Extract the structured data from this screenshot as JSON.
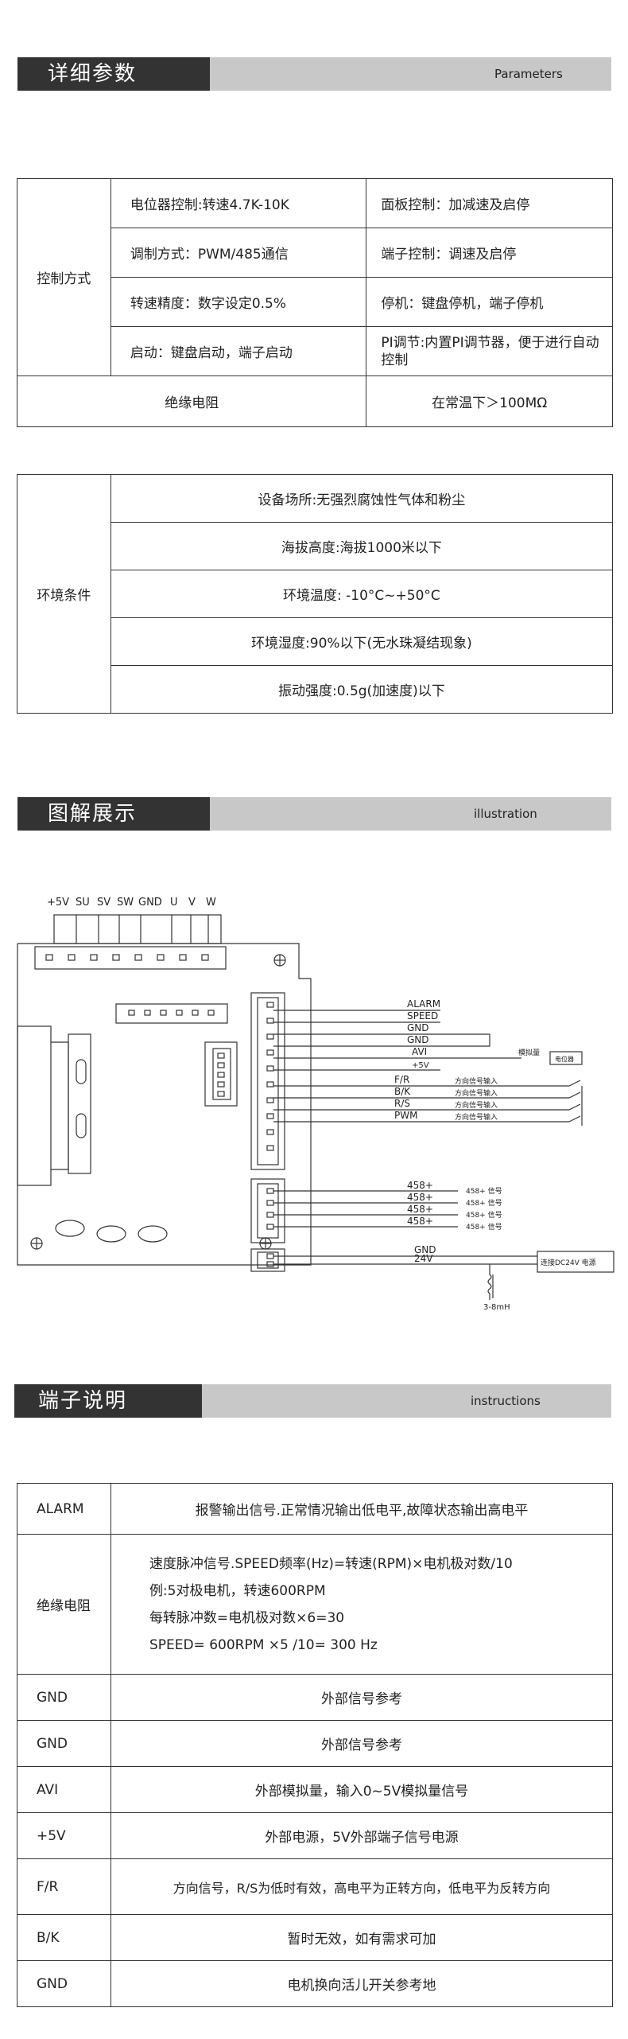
{
  "sections": {
    "params": {
      "title": "详细参数",
      "en": "Parameters"
    },
    "illustration": {
      "title": "图解展示",
      "en": "illustration"
    },
    "instructions": {
      "title": "端子说明",
      "en": "instructions"
    }
  },
  "control_table": {
    "group_label": "控制方式",
    "rows": [
      [
        "电位器控制:转速4.7K-10K",
        "面板控制：加减速及启停"
      ],
      [
        "调制方式：PWM/485通信",
        "端子控制：调速及启停"
      ],
      [
        "转速精度：数字设定0.5%",
        "停机：键盘停机，端子停机"
      ],
      [
        "启动：键盘启动，端子启动",
        "PI调节:内置PI调节器，便于进行自动控制"
      ]
    ],
    "insulation": {
      "label": "绝缘电阻",
      "value": "在常温下＞100MΩ"
    }
  },
  "env_table": {
    "group_label": "环境条件",
    "rows": [
      "设备场所:无强烈腐蚀性气体和粉尘",
      "海拔高度:海拔1000米以下",
      "环境温度: -10°C~+50°C",
      "环境湿度:90%以下(无水珠凝结现象)",
      "振动强度:0.5g(加速度)以下"
    ]
  },
  "diagram": {
    "top_terminals": [
      "+5V",
      "SU",
      "SV",
      "SW",
      "GND",
      "U",
      "V",
      "W"
    ],
    "signal_labels": [
      "ALARM",
      "SPEED",
      "GND",
      "GND",
      "AVI",
      "+5V",
      "F/R",
      "B/K",
      "R/S",
      "PWM"
    ],
    "pot_label": "模拟量",
    "pot_box": "电位器",
    "direction_labels": [
      "方向信号输入",
      "方向信号输入",
      "方向信号输入",
      "方向信号输入"
    ],
    "rs485_labels": [
      "458+",
      "458+",
      "458+",
      "458+"
    ],
    "rs485_right": [
      "458+  信号",
      "458+  信号",
      "458+  信号",
      "458+  信号"
    ],
    "power_labels": [
      "GND",
      "24V"
    ],
    "power_box": "连接DC24V  电源",
    "inductor": "3-8mH"
  },
  "terminal_table": {
    "rows": [
      {
        "name": "ALARM",
        "desc": [
          "报警输出信号.正常情况输出低电平,故障状态输出高电平"
        ]
      },
      {
        "name": "绝缘电阻",
        "desc": [
          "速度脉冲信号.SPEED频率(Hz)=转速(RPM)×电机极对数/10",
          "例:5对极电机，转速600RPM",
          "每转脉冲数=电机极对数×6=30",
          "SPEED= 600RPM ×5 /10= 300 Hz"
        ]
      },
      {
        "name": "GND",
        "desc": [
          "外部信号参考"
        ]
      },
      {
        "name": "GND",
        "desc": [
          "外部信号参考"
        ]
      },
      {
        "name": "AVI",
        "desc": [
          "外部模拟量，输入0~5V模拟量信号"
        ]
      },
      {
        "name": "+5V",
        "desc": [
          "外部电源，5V外部端子信号电源"
        ]
      },
      {
        "name": "F/R",
        "desc": [
          "方向信号，R/S为低时有效，高电平为正转方向，低电平为反转方向"
        ]
      },
      {
        "name": "B/K",
        "desc": [
          "暂时无效，如有需求可加"
        ]
      },
      {
        "name": "GND",
        "desc": [
          "电机换向活儿开关参考地"
        ]
      }
    ]
  }
}
